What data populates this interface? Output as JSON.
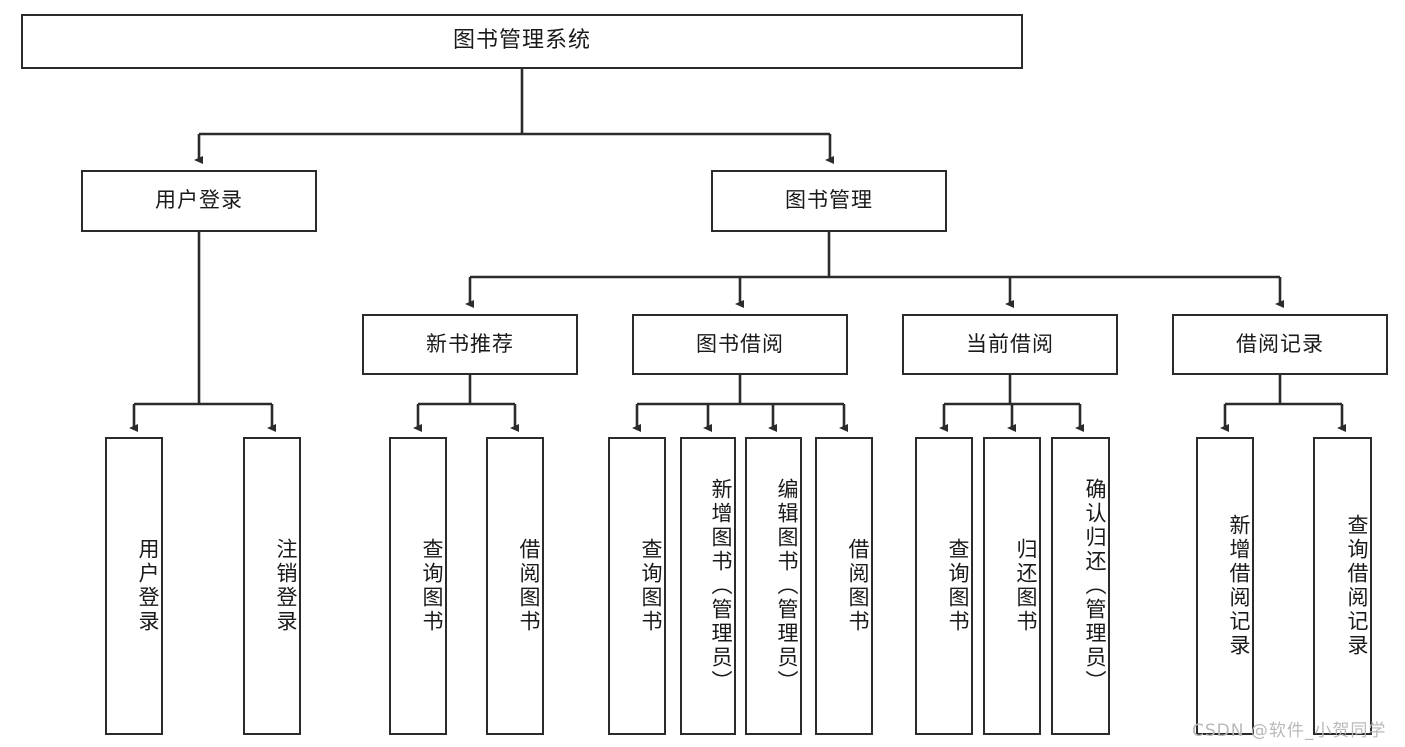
{
  "diagram": {
    "title": "图书管理系统",
    "type": "tree-hierarchy",
    "root": {
      "label": "图书管理系统"
    },
    "level2": [
      {
        "label": "用户登录"
      },
      {
        "label": "图书管理"
      }
    ],
    "level3": [
      {
        "label": "新书推荐"
      },
      {
        "label": "图书借阅"
      },
      {
        "label": "当前借阅"
      },
      {
        "label": "借阅记录"
      }
    ],
    "leaves": [
      {
        "label": "用户登录",
        "parent": "用户登录"
      },
      {
        "label": "注销登录",
        "parent": "用户登录"
      },
      {
        "label": "查询图书",
        "parent": "新书推荐"
      },
      {
        "label": "借阅图书",
        "parent": "新书推荐"
      },
      {
        "label": "查询图书",
        "parent": "图书借阅"
      },
      {
        "label": "新增图书（管理员）",
        "parent": "图书借阅"
      },
      {
        "label": "编辑图书（管理员）",
        "parent": "图书借阅"
      },
      {
        "label": "借阅图书",
        "parent": "图书借阅"
      },
      {
        "label": "查询图书",
        "parent": "当前借阅"
      },
      {
        "label": "归还图书",
        "parent": "当前借阅"
      },
      {
        "label": "确认归还（管理员）",
        "parent": "当前借阅"
      },
      {
        "label": "新增借阅记录",
        "parent": "借阅记录"
      },
      {
        "label": "查询借阅记录",
        "parent": "借阅记录"
      }
    ]
  },
  "watermark": {
    "text": "CSDN @软件_小贺同学"
  },
  "colors": {
    "border": "#2b2b2b",
    "text": "#1a1a1a",
    "background": "#ffffff",
    "watermark": "#b9b9b9"
  }
}
